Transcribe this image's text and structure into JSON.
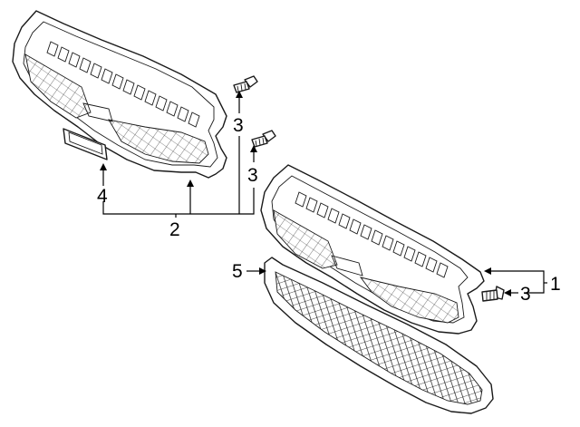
{
  "diagram": {
    "callouts": [
      {
        "id": "c1",
        "label": "1",
        "part": "grille-assembly-lower-right"
      },
      {
        "id": "c2",
        "label": "2",
        "part": "grille-assembly-upper-left"
      },
      {
        "id": "c3a",
        "label": "3",
        "part": "screw-upper"
      },
      {
        "id": "c3b",
        "label": "3",
        "part": "screw-middle"
      },
      {
        "id": "c3c",
        "label": "3",
        "part": "screw-lower"
      },
      {
        "id": "c4",
        "label": "4",
        "part": "emblem-plate"
      },
      {
        "id": "c5",
        "label": "5",
        "part": "lower-grille"
      }
    ]
  },
  "colors": {
    "line": "#1a1a1a",
    "background": "#ffffff"
  }
}
